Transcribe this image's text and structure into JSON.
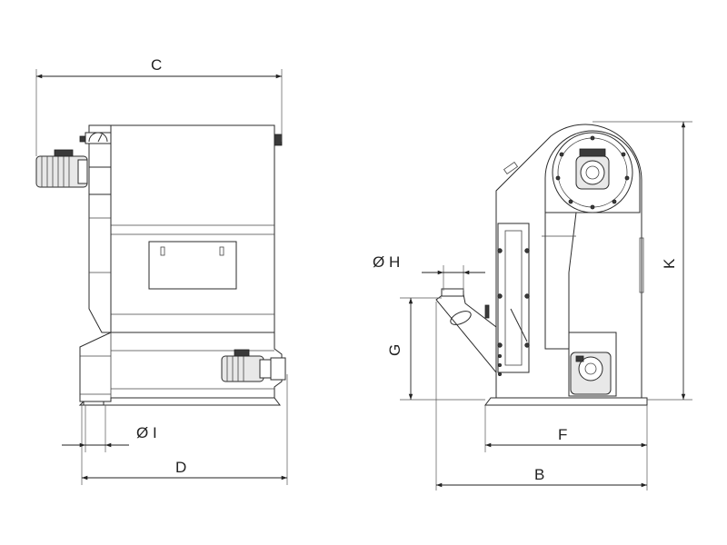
{
  "colors": {
    "line": "#2b2b2b",
    "background": "#ffffff"
  },
  "dimensions": {
    "B": "B",
    "C": "C",
    "D": "D",
    "F": "F",
    "G": "G",
    "K": "K",
    "H": "Ø H",
    "I": "Ø I"
  }
}
